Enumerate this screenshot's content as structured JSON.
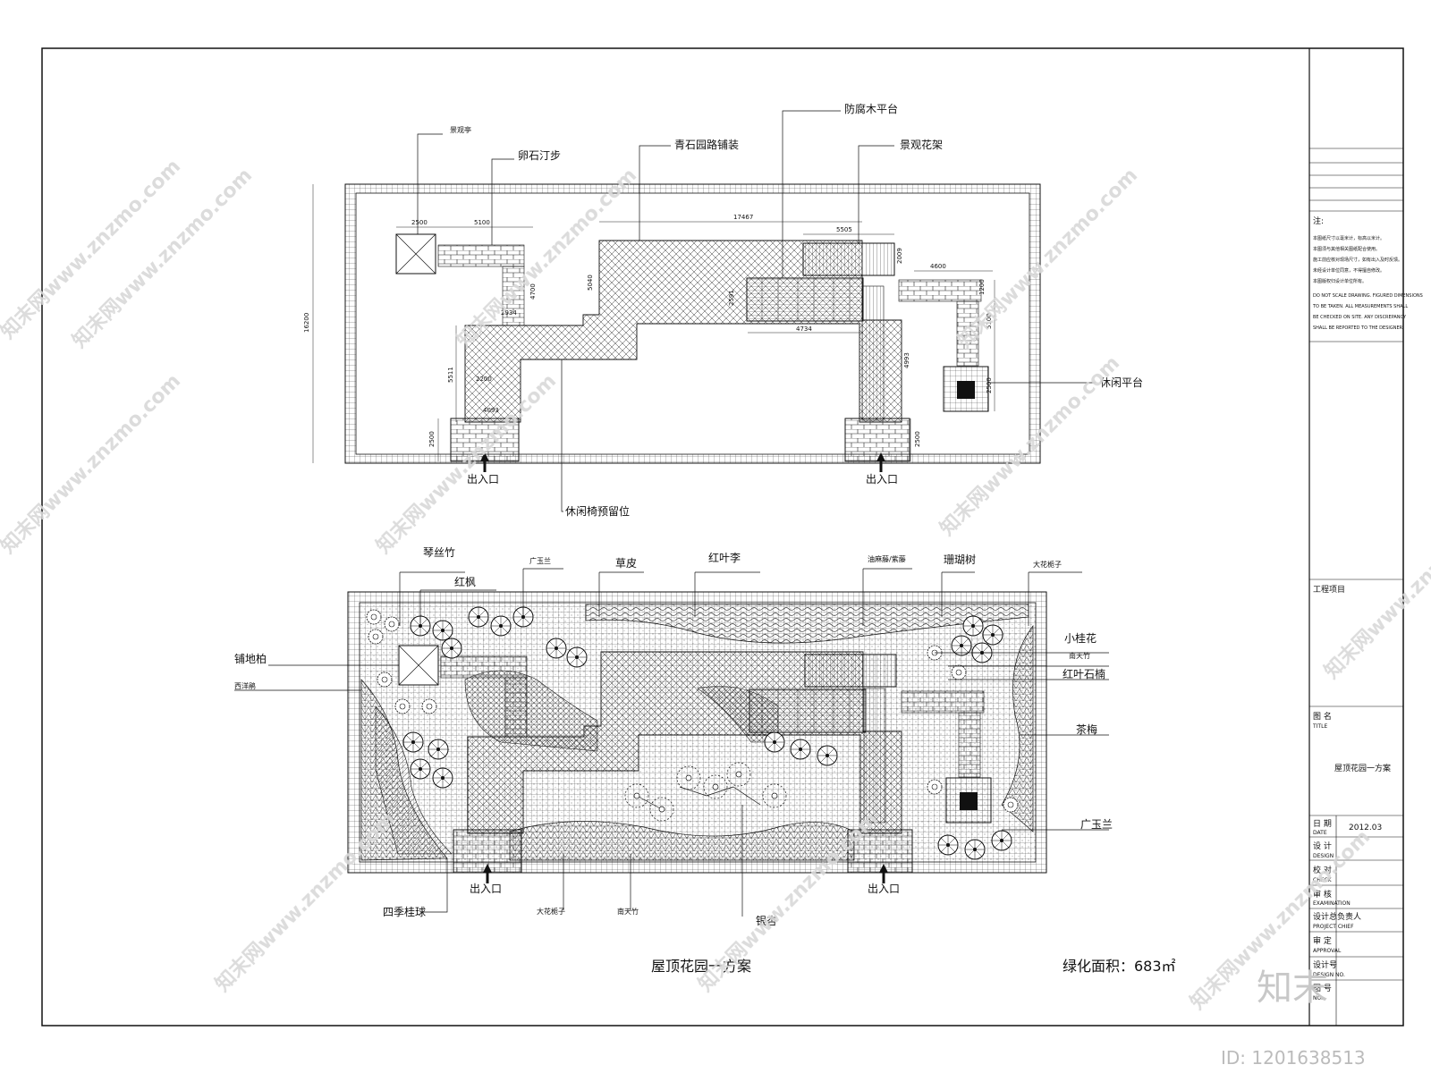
{
  "plan_top": {
    "labels": {
      "pavilion": "景观亭",
      "stepping": "卵石汀步",
      "paving": "青石园路铺装",
      "deck": "防腐木平台",
      "pergola": "景观花架",
      "leisure": "休闲平台",
      "bench": "休闲椅预留位",
      "entrance": "出入口"
    },
    "dims": [
      "2500",
      "5100",
      "17467",
      "5505",
      "16200",
      "4700",
      "5040",
      "2591",
      "4734",
      "2934",
      "5511",
      "2200",
      "4093",
      "2500",
      "2009",
      "4600",
      "1200",
      "5100",
      "2500",
      "4993",
      "2500"
    ]
  },
  "plan_bottom": {
    "labels": {
      "qinsi": "琴丝竹",
      "hongfeng": "红枫",
      "guangyulan_top": "广玉兰",
      "caopi": "草皮",
      "hongyeli": "红叶李",
      "youmateng": "油麻藤/紫藤",
      "shanhushu": "珊瑚树",
      "dahuazhizi_top": "大花栀子",
      "pudibai": "铺地柏",
      "xiyangjuan": "西洋鹃",
      "xiaoguihua": "小桂花",
      "nantianzhu_r": "南天竹",
      "hongyeshinan": "红叶石楠",
      "chamei": "茶梅",
      "guangyulan_r": "广玉兰",
      "siji": "四季桂球",
      "dahuazhizi_b": "大花栀子",
      "nantianzhu_b": "南天竹",
      "yinxing": "银杏",
      "entrance": "出入口"
    }
  },
  "captions": {
    "title": "屋顶花园一方案",
    "area": "绿化面积：683㎡"
  },
  "titleblock": {
    "note_head": "注:",
    "notes": [
      "本图纸尺寸以毫米计，标高以米计。",
      "本图须与其他相关图纸配合使用。",
      "施工前应核对现场尺寸，如有出入及时反馈。",
      "未经设计单位同意，不得擅自修改。",
      "本图版权归设计单位所有。",
      "DO NOT SCALE DRAWING. FIGURED DIMENSIONS",
      "TO BE TAKEN. ALL MEASUREMENTS SHALL",
      "BE CHECKED ON SITE. ANY DISCREPANCY",
      "SHALL BE REPORTED TO THE DESIGNER."
    ],
    "project_label": "工程项目",
    "drawing_label": "图 名",
    "drawing_label_en": "TITLE",
    "drawing_name": "屋顶花园一方案",
    "date_label": "日 期",
    "date_label_en": "DATE",
    "date_value": "2012.03",
    "design_label": "设 计",
    "design_label_en": "DESIGN",
    "check_label": "校 对",
    "check_label_en": "CHECK",
    "review_label": "审 核",
    "review_label_en": "EXAMINATION",
    "chief_label": "设计总负责人",
    "chief_label_en": "PROJECT CHIEF",
    "approve_label": "审 定",
    "approve_label_en": "APPROVAL",
    "drawing_no_label": "设计号",
    "drawing_no_label_en": "DESIGN NO.",
    "sheet_label": "图 号",
    "sheet_label_en": "NO."
  },
  "watermark": {
    "text": "知末网www.znzmo.com",
    "logo": "知末",
    "id": "ID: 1201638513"
  }
}
